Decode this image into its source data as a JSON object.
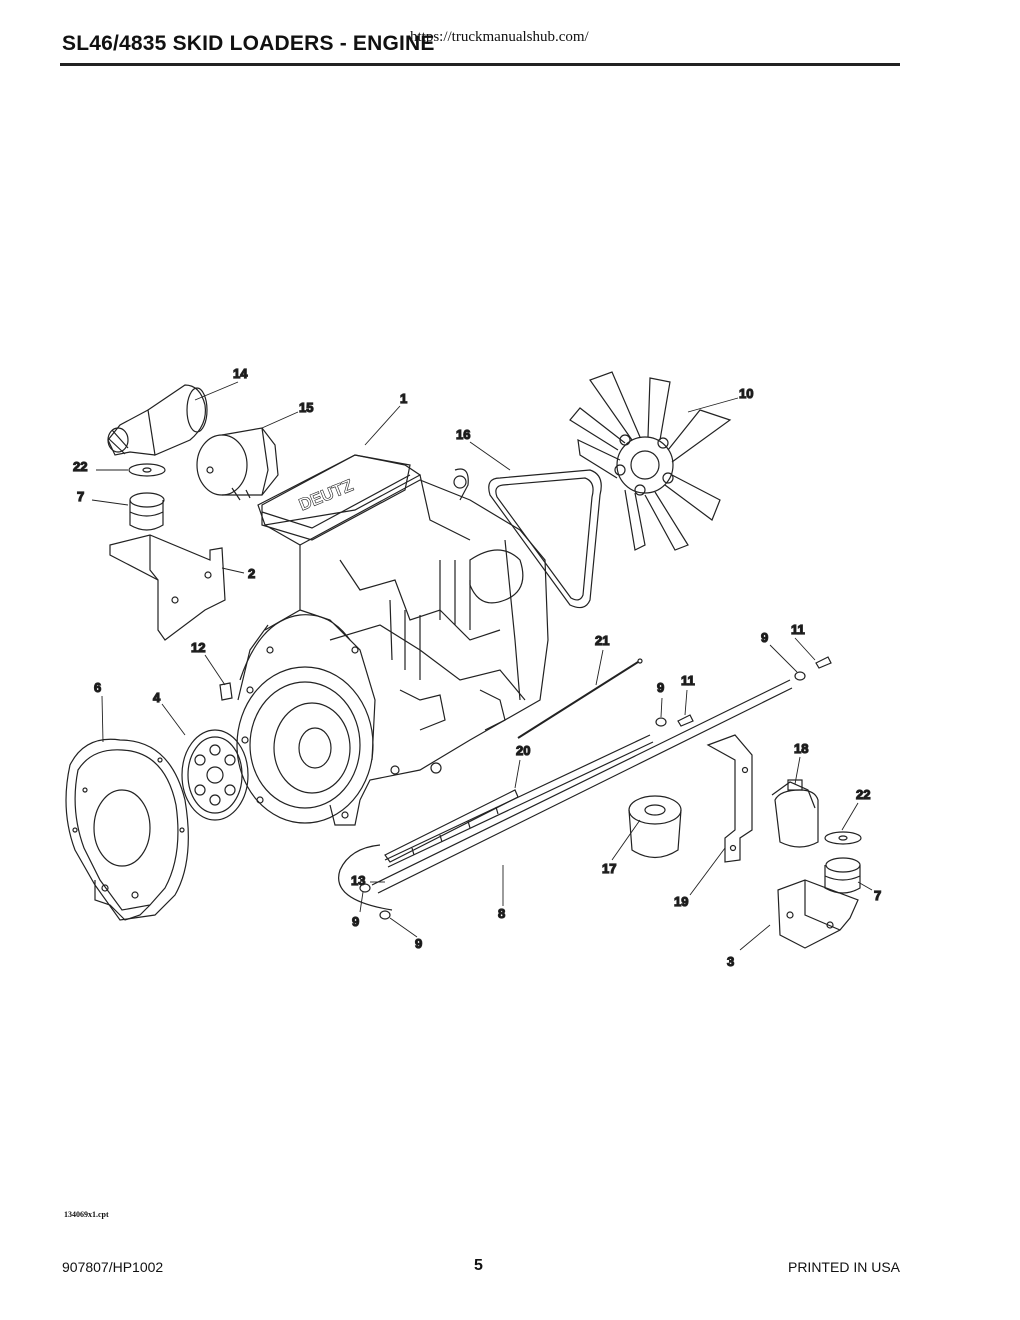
{
  "header": {
    "title": "SL46/4835 SKID LOADERS - ENGINE",
    "watermark": "https://truckmanualshub.com/"
  },
  "diagram": {
    "engine_brand": "DEUTZ",
    "callouts": [
      "14",
      "15",
      "1",
      "16",
      "10",
      "22",
      "7",
      "2",
      "12",
      "6",
      "4",
      "21",
      "9",
      "11",
      "9",
      "11",
      "20",
      "18",
      "22",
      "13",
      "9",
      "17",
      "8",
      "19",
      "7",
      "9",
      "3"
    ]
  },
  "footer": {
    "file_code": "134069x1.cpt",
    "doc_number": "907807/HP1002",
    "page_number": "5",
    "printed": "PRINTED IN USA"
  }
}
